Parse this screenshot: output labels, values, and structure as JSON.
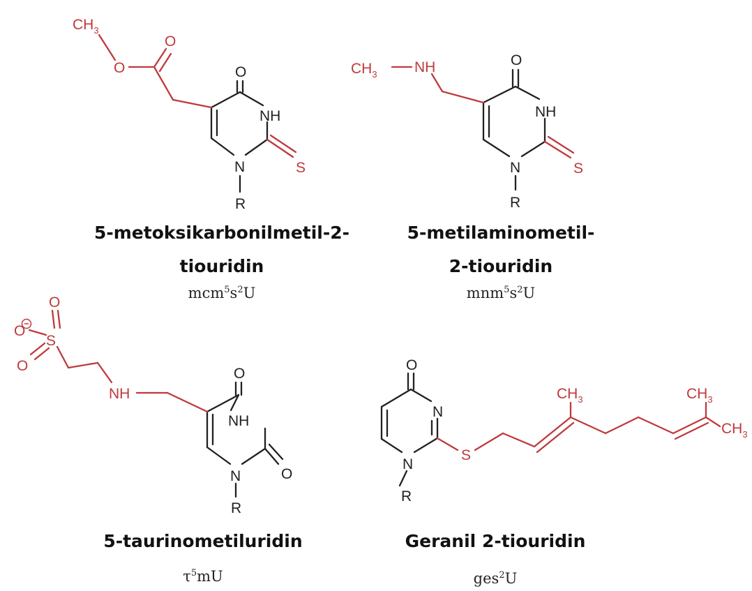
{
  "colors": {
    "modification": "#c0393b",
    "core": "#231f20"
  },
  "compounds": [
    {
      "name_line1": "5-metoksikarbonilmetil-2-",
      "name_line2": "tiouridin",
      "abbr": {
        "a": "mcm",
        "b": "5",
        "c": "s",
        "d": "2",
        "e": "U"
      },
      "atoms": {
        "ch3": "CH",
        "ch3_sub": "3",
        "o_ester1": "O",
        "o_ester2": "O",
        "o_ring": "O",
        "nh": "NH",
        "s": "S",
        "n": "N",
        "r": "R"
      }
    },
    {
      "name_line1": "5-metilaminometil-",
      "name_line2": "2-tiouridin",
      "abbr": {
        "a": "mnm",
        "b": "5",
        "c": "s",
        "d": "2",
        "e": "U"
      },
      "atoms": {
        "ch3": "CH",
        "ch3_sub": "3",
        "nh_side": "NH",
        "o_ring": "O",
        "nh": "NH",
        "s": "S",
        "n": "N",
        "r": "R"
      }
    },
    {
      "name_line1": "5-taurinometiluridin",
      "abbr": {
        "a": "τ",
        "b": "5",
        "c": "mU"
      },
      "atoms": {
        "o_minus": "O",
        "s_sulf": "S",
        "o_sulf1": "O",
        "o_sulf2": "O",
        "nh_side": "NH",
        "o_ring": "O",
        "nh": "NH",
        "o_c2": "O",
        "n": "N",
        "r": "R"
      }
    },
    {
      "name_line1": "Geranil 2-tiouridin",
      "abbr": {
        "a": "ges",
        "b": "2",
        "c": "U"
      },
      "atoms": {
        "o_ring": "O",
        "n3": "N",
        "n1": "N",
        "r": "R",
        "s": "S",
        "ch3_a": "CH",
        "ch3_a_sub": "3",
        "ch3_b": "CH",
        "ch3_b_sub": "3",
        "ch3_c": "CH",
        "ch3_c_sub": "3"
      }
    }
  ]
}
